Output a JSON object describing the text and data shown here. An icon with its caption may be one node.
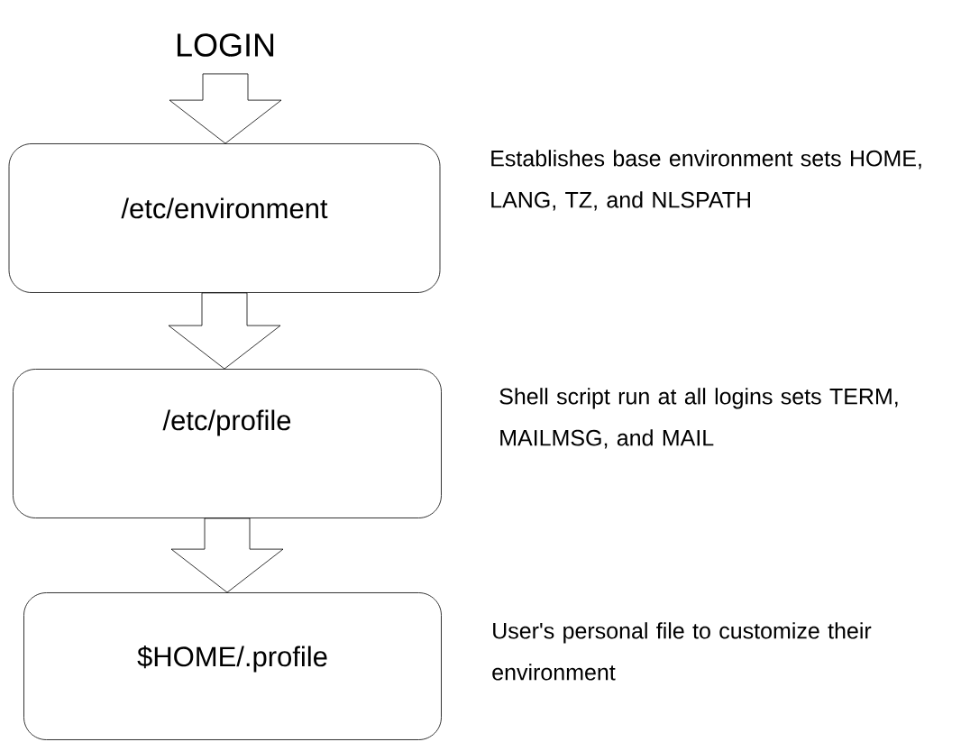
{
  "diagram": {
    "nodes": [
      {
        "text": [
          "LOGIN"
        ]
      },
      {
        "text": [
          "/etc/environment"
        ],
        "beside": [
          "Establishes base environment sets HOME, LANG, TZ, and NLSPATH"
        ]
      },
      {
        "text": [
          "/etc/profile"
        ],
        "beside": [
          "Shell script run at all logins sets TERM, MAILMSG, and MAIL"
        ]
      },
      {
        "text": [
          "$HOME/.profile"
        ],
        "beside": [
          "User's personal file to customize their environment"
        ]
      }
    ],
    "edges": [
      {
        "from": 0,
        "to": 1,
        "arrow": "to"
      },
      {
        "from": 1,
        "to": 2,
        "arrow": "to"
      },
      {
        "from": 2,
        "to": 3,
        "arrow": "to"
      }
    ]
  }
}
